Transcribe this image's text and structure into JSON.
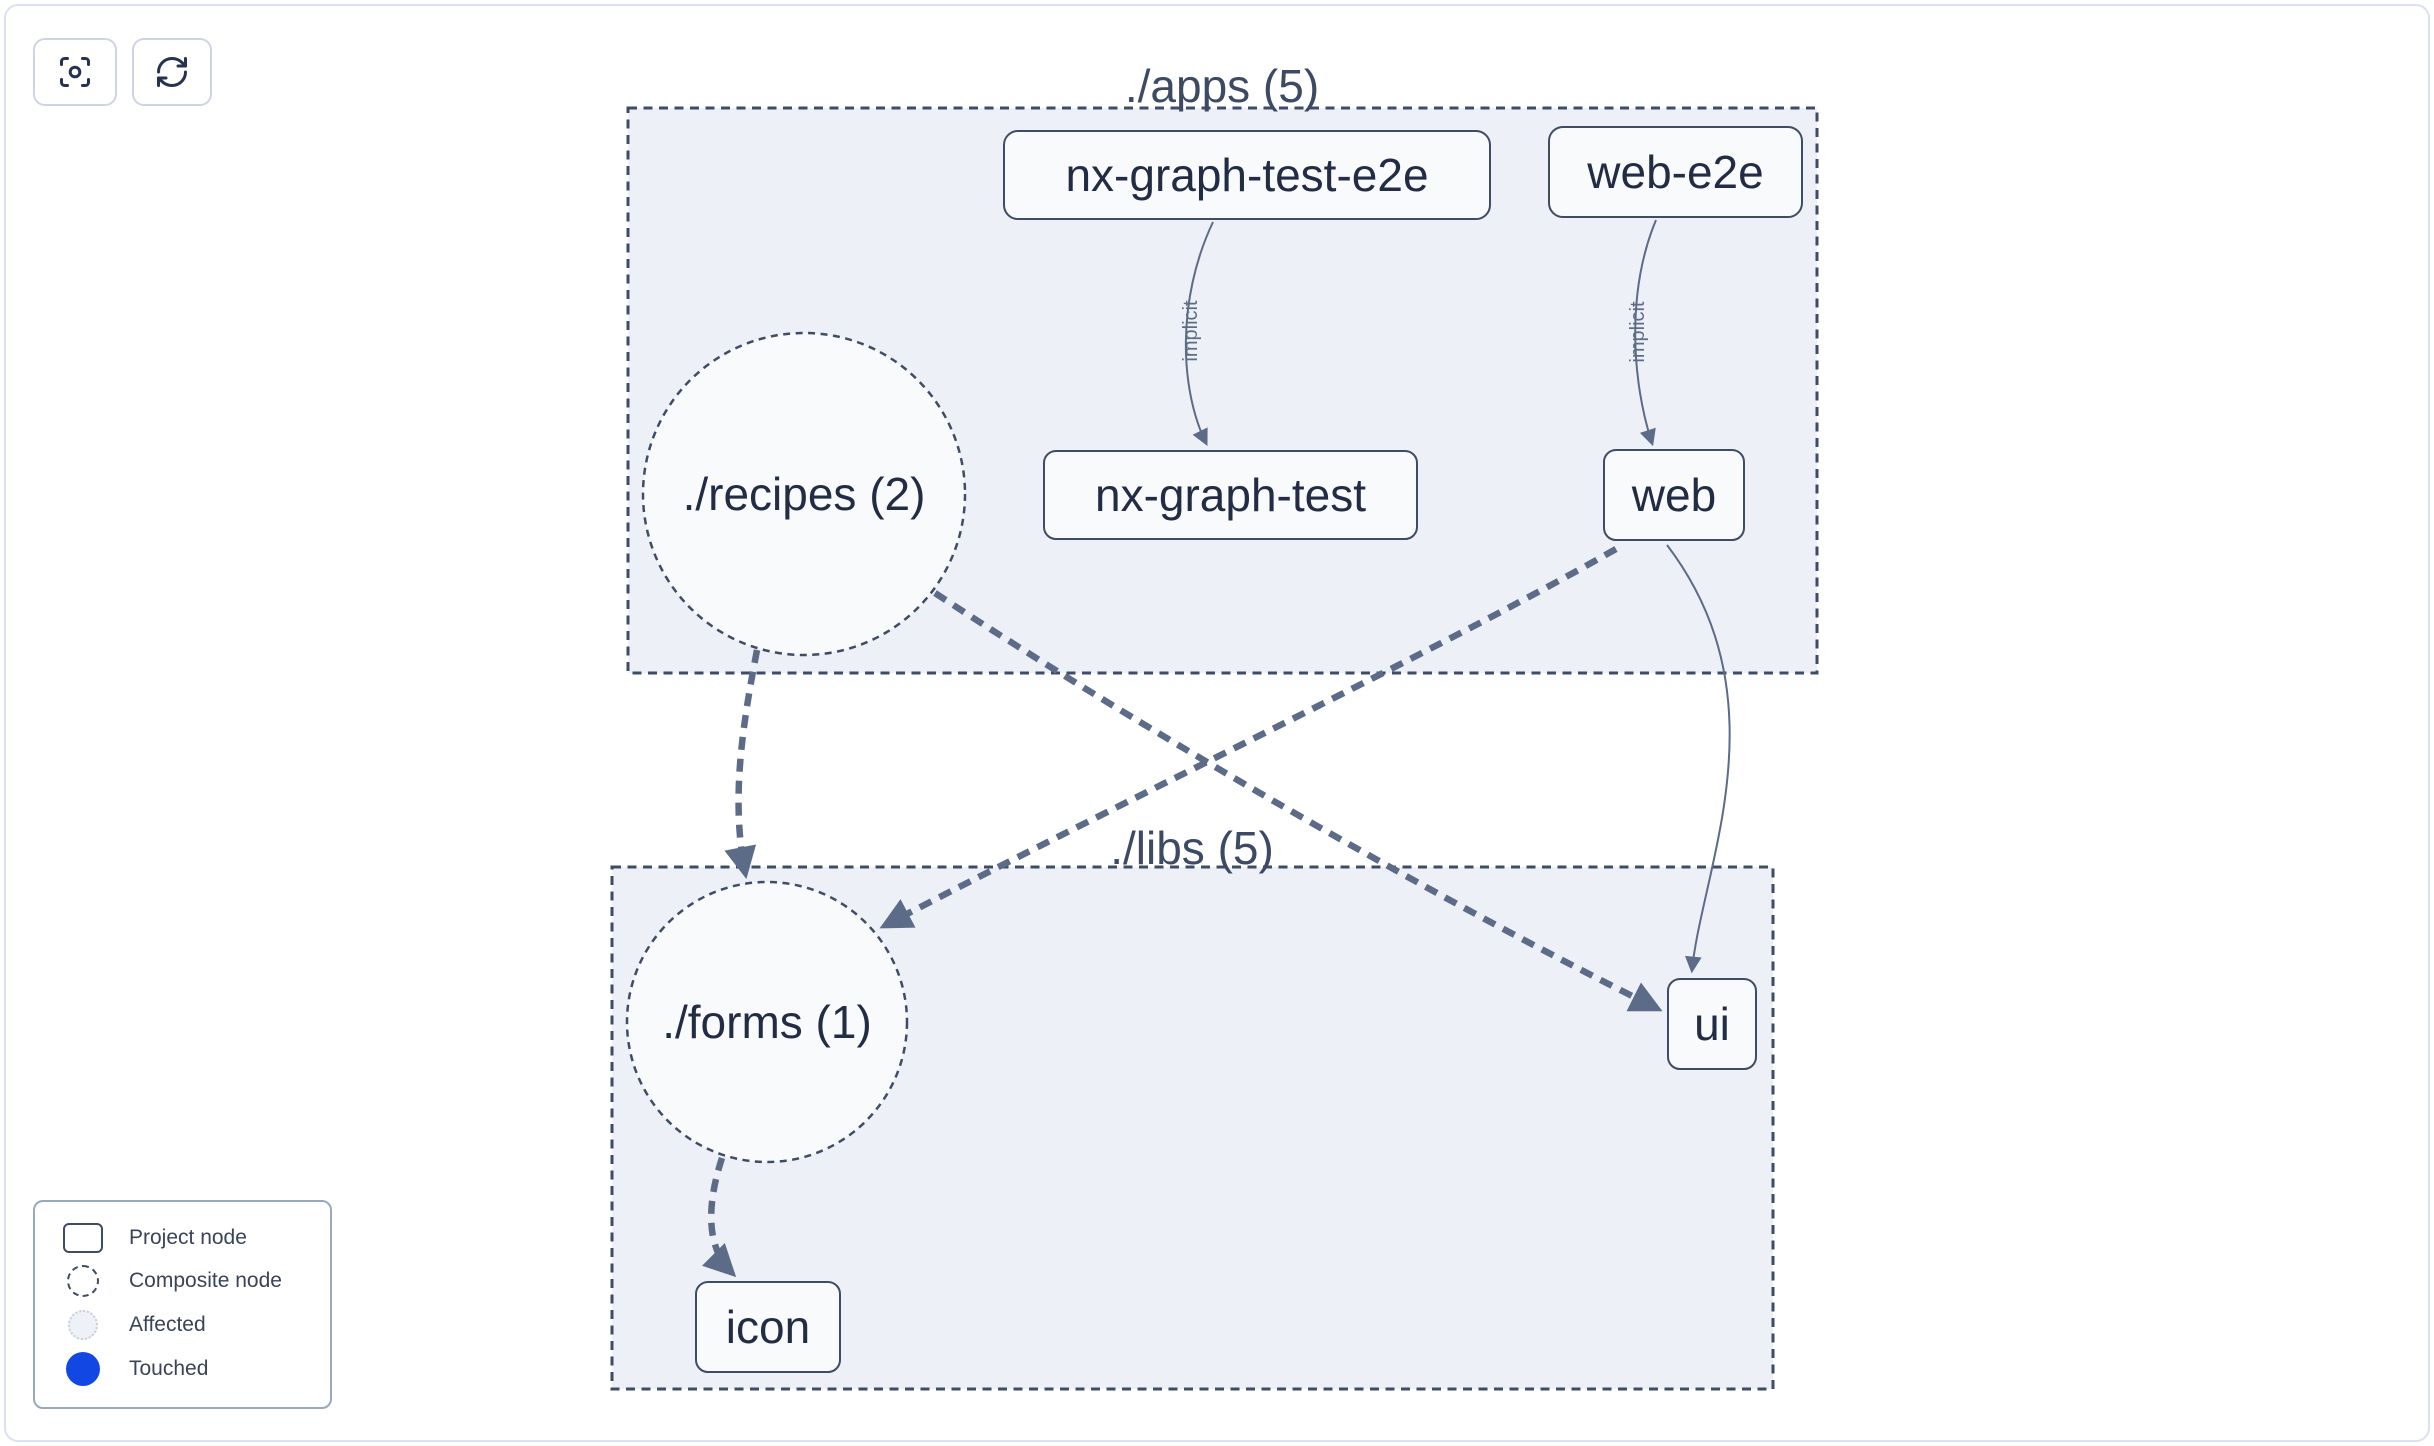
{
  "toolbar": {
    "focus_button_icon": "center-focus-icon",
    "refresh_button_icon": "refresh-icon"
  },
  "graph": {
    "groups": [
      {
        "id": "apps",
        "label": "./apps (5)"
      },
      {
        "id": "libs",
        "label": "./libs (5)"
      }
    ],
    "nodes": [
      {
        "id": "nx-graph-test-e2e",
        "label": "nx-graph-test-e2e",
        "type": "project",
        "group": "apps"
      },
      {
        "id": "web-e2e",
        "label": "web-e2e",
        "type": "project",
        "group": "apps"
      },
      {
        "id": "recipes",
        "label": "./recipes (2)",
        "type": "composite",
        "group": "apps"
      },
      {
        "id": "nx-graph-test",
        "label": "nx-graph-test",
        "type": "project",
        "group": "apps"
      },
      {
        "id": "web",
        "label": "web",
        "type": "project",
        "group": "apps"
      },
      {
        "id": "forms",
        "label": "./forms (1)",
        "type": "composite",
        "group": "libs"
      },
      {
        "id": "ui",
        "label": "ui",
        "type": "project",
        "group": "libs"
      },
      {
        "id": "icon",
        "label": "icon",
        "type": "project",
        "group": "libs"
      }
    ],
    "edges": [
      {
        "from": "nx-graph-test-e2e",
        "to": "nx-graph-test",
        "label": "implicit",
        "style": "solid"
      },
      {
        "from": "web-e2e",
        "to": "web",
        "label": "implicit",
        "style": "solid"
      },
      {
        "from": "recipes",
        "to": "forms",
        "label": "",
        "style": "dashed"
      },
      {
        "from": "recipes",
        "to": "ui",
        "label": "",
        "style": "dashed"
      },
      {
        "from": "web",
        "to": "forms",
        "label": "",
        "style": "dashed"
      },
      {
        "from": "web",
        "to": "ui",
        "label": "",
        "style": "solid"
      },
      {
        "from": "forms",
        "to": "icon",
        "label": "",
        "style": "dashed"
      }
    ]
  },
  "legend": {
    "items": [
      {
        "label": "Project node",
        "swatch": "project-rect"
      },
      {
        "label": "Composite node",
        "swatch": "composite-circle"
      },
      {
        "label": "Affected",
        "swatch": "affected-circle"
      },
      {
        "label": "Touched",
        "swatch": "touched-circle"
      }
    ]
  },
  "colors": {
    "touched_blue": "#1347e4",
    "edge_slate": "#5c6b87",
    "node_border": "#3e4c66",
    "group_fill": "#edf1f7",
    "node_fill": "#f8fafc",
    "frame_border": "#dbe1f0"
  }
}
